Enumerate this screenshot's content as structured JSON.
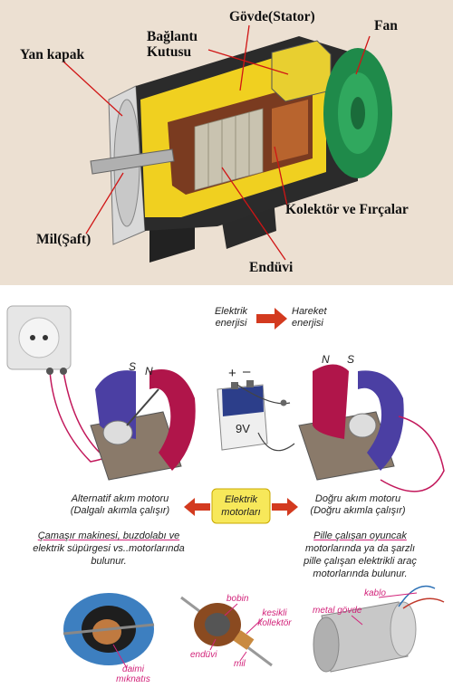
{
  "motor_labels": {
    "govde": "Gövde(Stator)",
    "baglanti": "Bağlantı\nKutusu",
    "fan": "Fan",
    "yan_kapak": "Yan kapak",
    "kolektor": "Kolektör ve Fırçalar",
    "mil": "Mil(Şaft)",
    "enduvi": "Endüvi"
  },
  "energy": {
    "from": "Elektrik\nenerjisi",
    "to": "Hareket\nenerjisi"
  },
  "poles": {
    "s_left": "S",
    "n_left": "N",
    "n_right": "N",
    "s_right": "S"
  },
  "battery": {
    "plus": "+",
    "minus": "–",
    "voltage": "9V"
  },
  "center_box": "Elektrik\nmotorları",
  "ac_motor": {
    "title": "Alternatif akım motoru",
    "subtitle": "(Dalgalı akımla çalışır)",
    "desc_line1": "Çamaşır makinesi, buzdolabı ve",
    "desc_line2": "elektrik süpürgesi vs..motorlarında",
    "desc_line3": "bulunur."
  },
  "dc_motor": {
    "title": "Doğru akım motoru",
    "subtitle": "(Doğru akımla çalışır)",
    "desc_line1": "Pille çalışan oyuncak",
    "desc_line2": "motorlarında ya da şarzlı",
    "desc_line3": "pille çalışan elektrikli araç",
    "desc_line4": "motorlarında bulunur."
  },
  "parts": {
    "daimi": "daimi\nmıknatıs",
    "bobin": "bobin",
    "kesikli": "kesikli\nkollektör",
    "enduvi": "endüvi",
    "mil": "mil",
    "kablo": "kablo",
    "metal_govde": "metal gövde"
  },
  "colors": {
    "background_top": "#ece0d2",
    "label_pink": "#d2237a",
    "arrow_red": "#d33a1f",
    "magnet_red": "#b0154a",
    "magnet_blue": "#4b3fa3",
    "center_box": "#f7e85a"
  }
}
